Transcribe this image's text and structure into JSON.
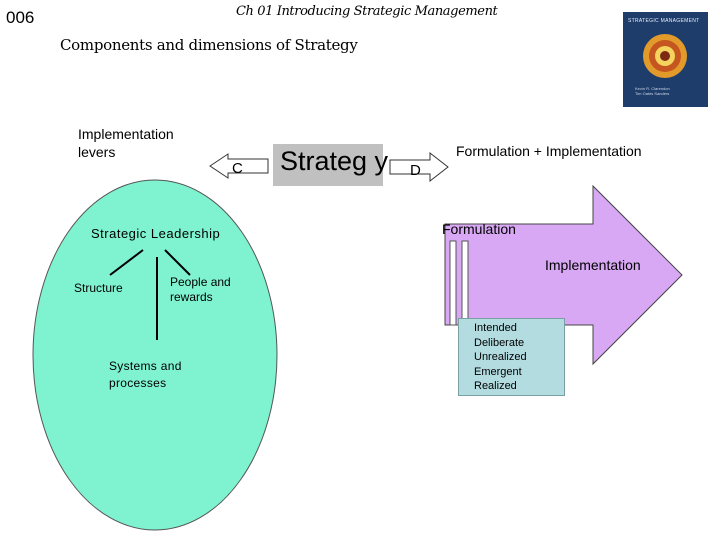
{
  "slide_number": "006",
  "chapter_title": "Ch 01 Introducing Strategic Management",
  "slide_title": "Components and dimensions of Strategy",
  "book_cover": {
    "title": "STRATEGIC MANAGEMENT",
    "authors": [
      "Kevin R. Clarendon",
      "Tim Oates Sanders"
    ]
  },
  "implementation_levers": "Implementation levers",
  "strategy_label": "Strateg y",
  "c_label": "C",
  "d_label": "D",
  "formulation_implementation": "Formulation + Implementation",
  "formulation": "Formulation",
  "implementation": "Implementation",
  "strategic_leadership": "Strategic Leadership",
  "structure": "Structure",
  "people_rewards": "People and rewards",
  "systems_processes": "Systems and processes",
  "outcomes": [
    "Intended",
    "Deliberate",
    "Unrealized",
    "Emergent",
    "Realized"
  ],
  "colors": {
    "circle_fill": "#7ff2cf",
    "arrow_fill": "#d9a8f5",
    "strategy_box": "#c0c0c0",
    "outcomes_box": "#b2dce0",
    "book_cover": "#1e3d6b"
  }
}
